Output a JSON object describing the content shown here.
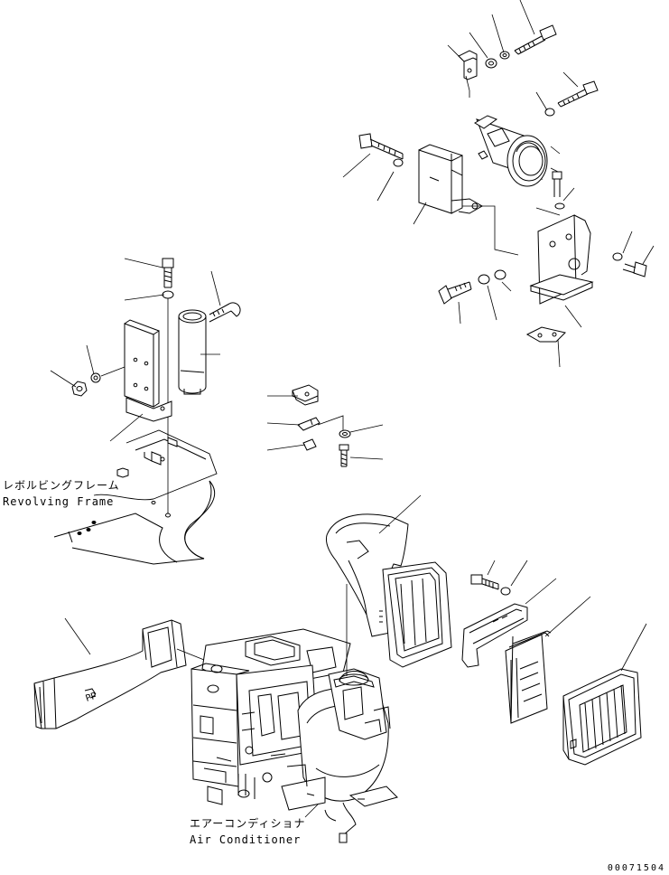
{
  "labels": {
    "revolving_frame_jp": "レボルビングフレーム",
    "revolving_frame_en": "Revolving Frame",
    "air_conditioner_jp": "エアーコンディショナ",
    "air_conditioner_en": "Air Conditioner"
  },
  "document_number": "00071504"
}
